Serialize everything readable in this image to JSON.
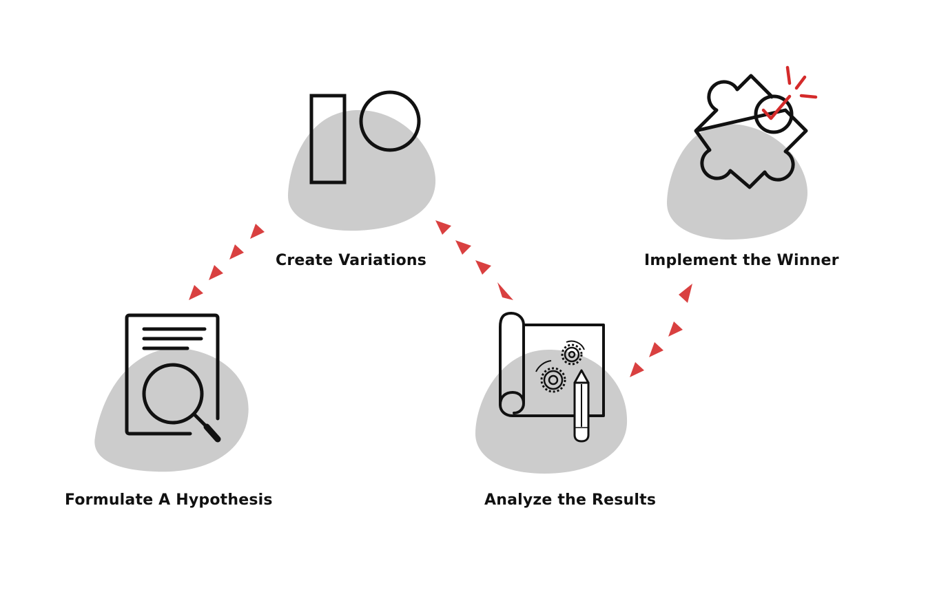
{
  "steps": [
    {
      "id": "hypothesis",
      "label": "Formulate A Hypothesis",
      "icon": "document-magnifier-icon"
    },
    {
      "id": "variations",
      "label": "Create Variations",
      "icon": "rectangle-circle-icon"
    },
    {
      "id": "results",
      "label": "Analyze the Results",
      "icon": "blueprint-gears-pencil-icon"
    },
    {
      "id": "winner",
      "label": "Implement the Winner",
      "icon": "puzzle-checkmark-icon"
    }
  ],
  "colors": {
    "blob": "#cccccc",
    "stroke": "#111111",
    "arrow": "#d94040",
    "accent": "#d42a2a"
  }
}
